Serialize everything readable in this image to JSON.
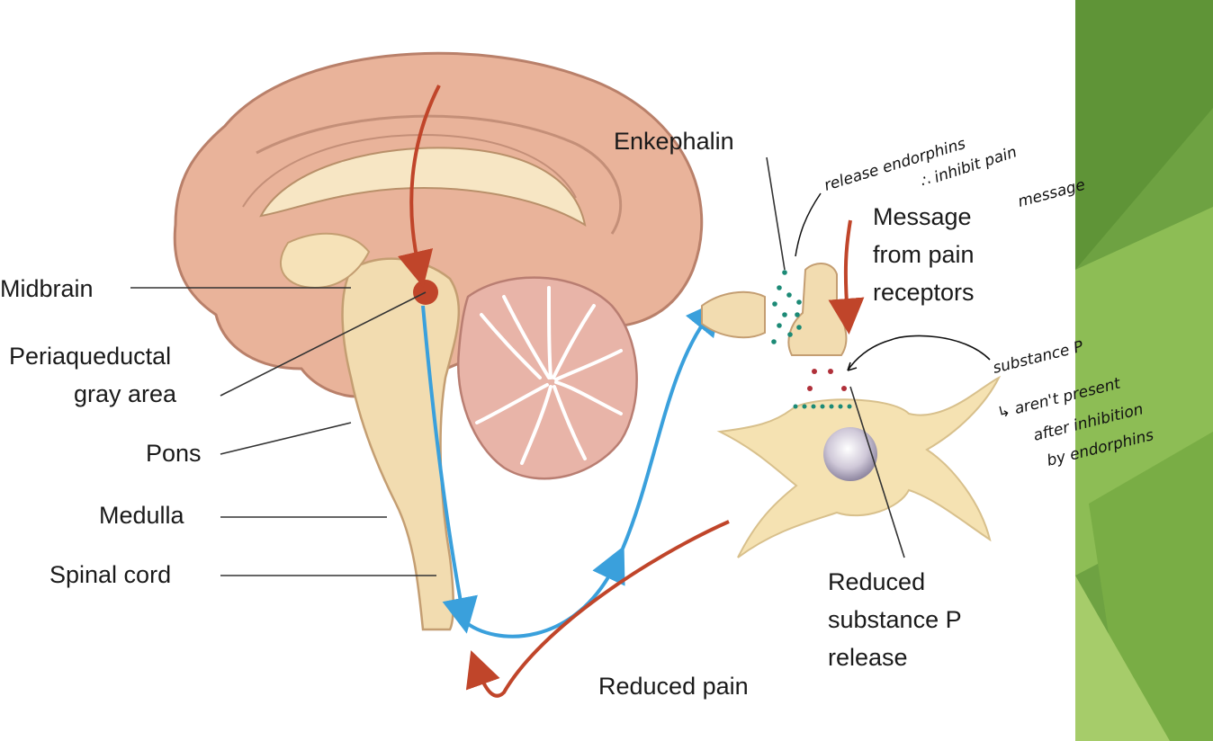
{
  "labels": {
    "midbrain": "Midbrain",
    "periaqueductal_1": "Periaqueductal",
    "periaqueductal_2": "gray area",
    "pons": "Pons",
    "medulla": "Medulla",
    "spinal_cord": "Spinal cord",
    "enkephalin": "Enkephalin",
    "message_1": "Message",
    "message_2": "from pain",
    "message_3": "receptors",
    "reduced_sp_1": "Reduced",
    "reduced_sp_2": "substance P",
    "reduced_sp_3": "release",
    "reduced_pain": "Reduced pain"
  },
  "handwritten": {
    "note1_line1": "release endorphins",
    "note1_line2": "∴ inhibit pain",
    "note1_line3": "message",
    "note2_line1": "substance P",
    "note2_line2": "↳ aren't present",
    "note2_line3": "after inhibition",
    "note2_line4": "by endorphins"
  },
  "colors": {
    "brain_tissue": "#f2dcb0",
    "cortex": "#e9b39a",
    "cerebellum": "#e8b4a8",
    "pain_path": "#c0452a",
    "inhibit_path": "#3aa0dc",
    "green_panel": "#6ea242",
    "enkephalin_dots": "#1c8a76",
    "substance_p_dots": "#b0303a"
  }
}
